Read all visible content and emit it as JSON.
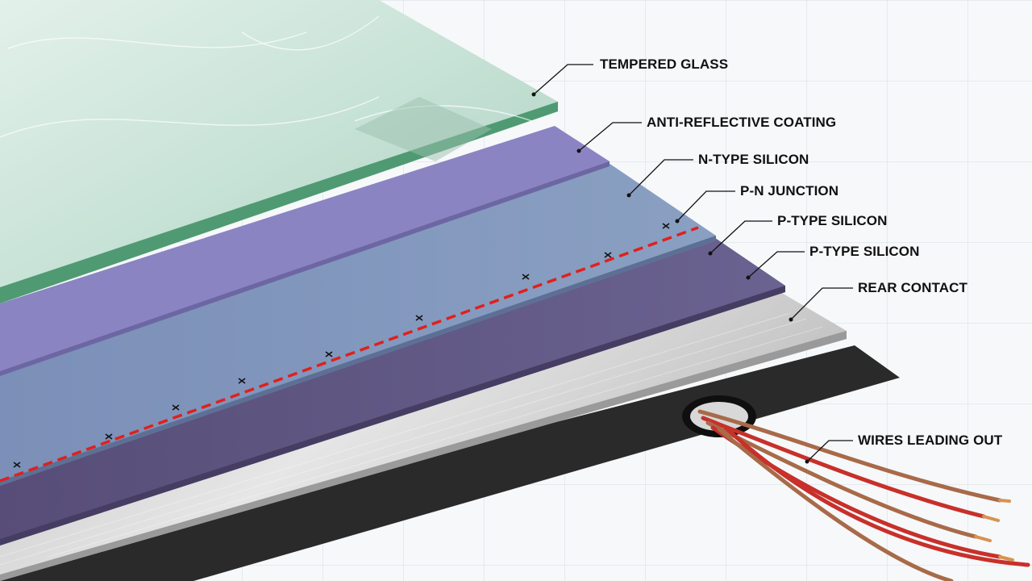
{
  "colors": {
    "glass": "#cfe6dc",
    "glass_edge": "#4f9a72",
    "anti_reflective": "#8a84c2",
    "n_type": "#7f93b8",
    "p_type": "#5f5680",
    "rear_contact": "#d2d2d2",
    "backsheet": "#2a2a2a",
    "junction_line": "#e0201c",
    "wire_copper": "#a86a48",
    "wire_red": "#c8302a"
  },
  "labels": {
    "tempered_glass": "TEMPERED GLASS",
    "anti_reflective_coating": "ANTI-REFLECTIVE COATING",
    "n_type_silicon": "N-TYPE SILICON",
    "p_n_junction": "P-N JUNCTION",
    "p_type_silicon_1": "P-TYPE SILICON",
    "p_type_silicon_2": "P-TYPE SILICON",
    "rear_contact": "REAR CONTACT",
    "wires_leading_out": "WIRES LEADING OUT"
  }
}
